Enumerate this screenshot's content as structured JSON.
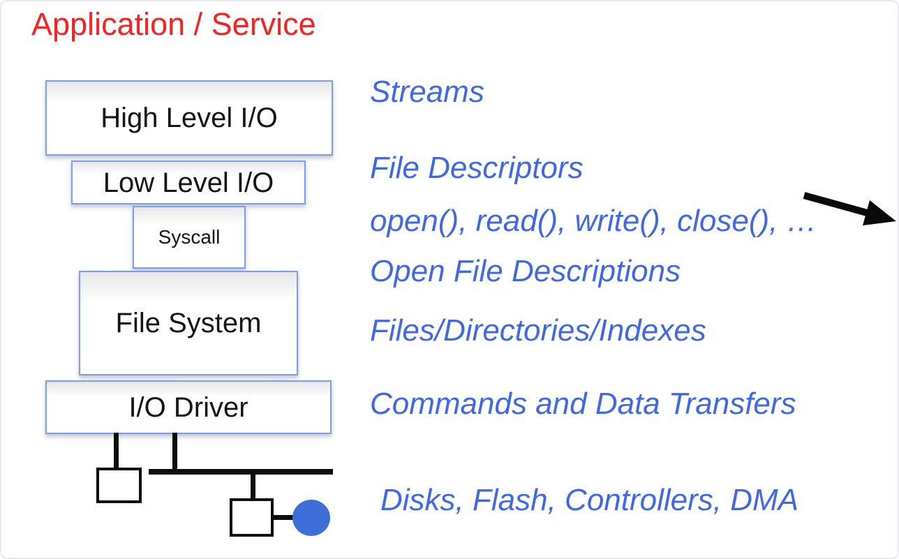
{
  "slide": {
    "title": "Application / Service"
  },
  "colors": {
    "title_red": "#fa2121",
    "annotation_blue": "#3f68e8",
    "box_border_blue": "#7d9bf0",
    "box_text_black": "#141414",
    "wire_black": "#0d0d0d",
    "device_circle_blue": "#3e6ed8",
    "background": "#ffffff"
  },
  "stack": {
    "boxes": [
      {
        "label": "High Level I/O"
      },
      {
        "label": "Low Level I/O"
      },
      {
        "label": "Syscall"
      },
      {
        "label": "File System"
      },
      {
        "label": "I/O Driver"
      }
    ]
  },
  "annotations": [
    {
      "text": "Streams"
    },
    {
      "text": "File Descriptors"
    },
    {
      "text": "open(), read(), write(), close(), …"
    },
    {
      "text": "Open File Descriptions"
    },
    {
      "text": "Files/Directories/Indexes"
    },
    {
      "text": "Commands and Data Transfers"
    },
    {
      "text": "Disks, Flash, Controllers, DMA"
    }
  ],
  "hardware_diagram": {
    "elements": [
      "driver-wire-left",
      "driver-wire-right",
      "bus-line",
      "bus-drop-line",
      "device-box-left",
      "device-box-right",
      "device-connector-line",
      "dma-device-circle"
    ]
  }
}
